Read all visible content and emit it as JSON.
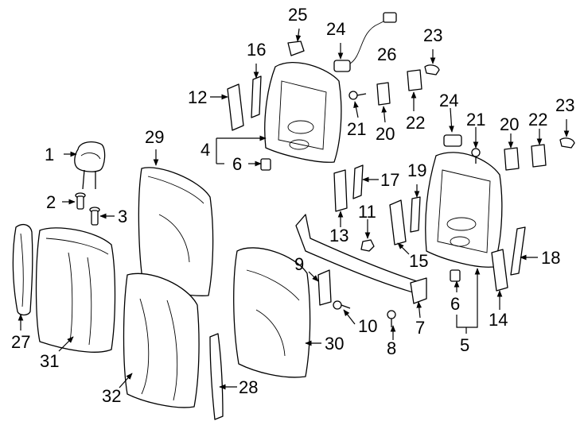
{
  "callouts": [
    {
      "id": "c1",
      "text": "1"
    },
    {
      "id": "c2",
      "text": "2"
    },
    {
      "id": "c3",
      "text": "3"
    },
    {
      "id": "c4",
      "text": "4"
    },
    {
      "id": "c5",
      "text": "5"
    },
    {
      "id": "c6a",
      "text": "6"
    },
    {
      "id": "c6b",
      "text": "6"
    },
    {
      "id": "c7",
      "text": "7"
    },
    {
      "id": "c8",
      "text": "8"
    },
    {
      "id": "c9",
      "text": "9"
    },
    {
      "id": "c10",
      "text": "10"
    },
    {
      "id": "c11",
      "text": "11"
    },
    {
      "id": "c12",
      "text": "12"
    },
    {
      "id": "c13",
      "text": "13"
    },
    {
      "id": "c14",
      "text": "14"
    },
    {
      "id": "c15",
      "text": "15"
    },
    {
      "id": "c16",
      "text": "16"
    },
    {
      "id": "c17",
      "text": "17"
    },
    {
      "id": "c18",
      "text": "18"
    },
    {
      "id": "c19",
      "text": "19"
    },
    {
      "id": "c20a",
      "text": "20"
    },
    {
      "id": "c20b",
      "text": "20"
    },
    {
      "id": "c21a",
      "text": "21"
    },
    {
      "id": "c21b",
      "text": "21"
    },
    {
      "id": "c22a",
      "text": "22"
    },
    {
      "id": "c22b",
      "text": "22"
    },
    {
      "id": "c23a",
      "text": "23"
    },
    {
      "id": "c23b",
      "text": "23"
    },
    {
      "id": "c24a",
      "text": "24"
    },
    {
      "id": "c24b",
      "text": "24"
    },
    {
      "id": "c25",
      "text": "25"
    },
    {
      "id": "c26",
      "text": "26"
    },
    {
      "id": "c27",
      "text": "27"
    },
    {
      "id": "c28",
      "text": "28"
    },
    {
      "id": "c29",
      "text": "29"
    },
    {
      "id": "c30",
      "text": "30"
    },
    {
      "id": "c31",
      "text": "31"
    },
    {
      "id": "c32",
      "text": "32"
    }
  ]
}
